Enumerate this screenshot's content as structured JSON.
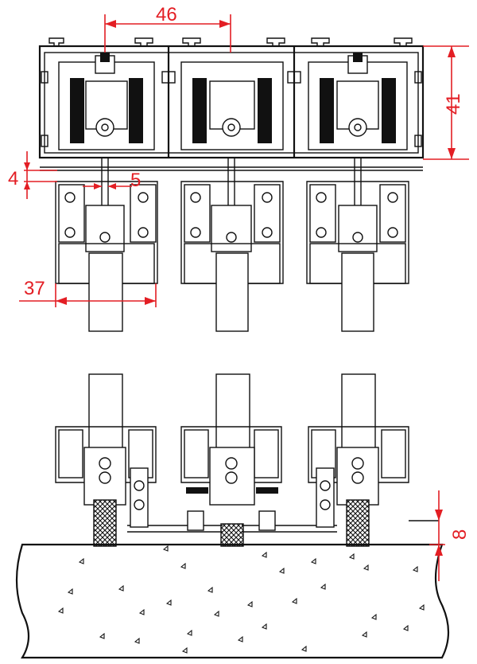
{
  "dimensions": {
    "carriage_spacing": "46",
    "track_height": "41",
    "gap": "4",
    "offset": "5",
    "frame_width": "37",
    "floor_clearance": "8"
  }
}
